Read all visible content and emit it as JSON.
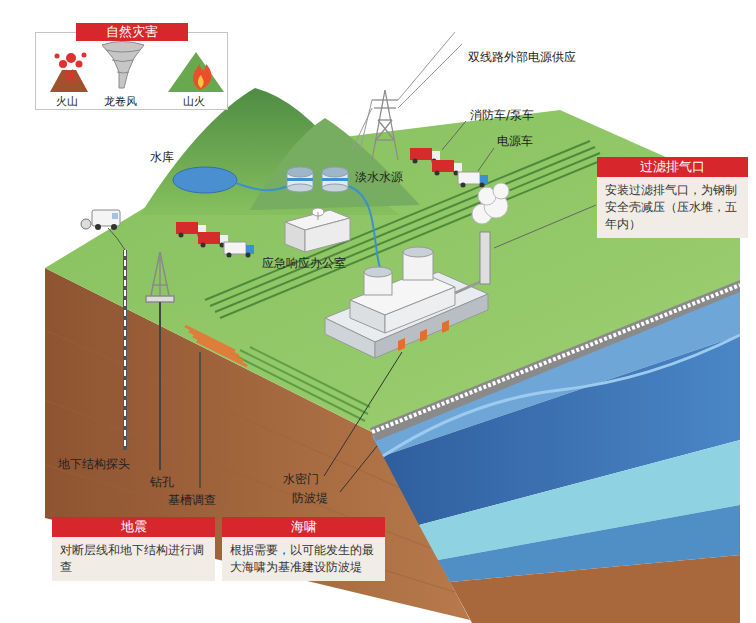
{
  "diagram": {
    "nodes": [
      {
        "text": [
          "自然灾害"
        ]
      },
      {
        "text": [
          "过滤排气口",
          "安装过滤排气口，为钢制安全壳减压（压水堆，五年内）"
        ]
      },
      {
        "text": [
          "地震",
          "对断层线和地下结构进行调查"
        ]
      },
      {
        "text": [
          "海啸",
          "根据需要，以可能发生的最大海啸为基准建设防波堤"
        ]
      }
    ],
    "labels": [
      "火山",
      "龙卷风",
      "山火",
      "双线路外部电源供应",
      "消防车/泵车",
      "电源车",
      "水库",
      "淡水水源",
      "应急响应办公室",
      "地下结构探头",
      "钻孔",
      "基槽调查",
      "水密门",
      "防波堤"
    ]
  }
}
